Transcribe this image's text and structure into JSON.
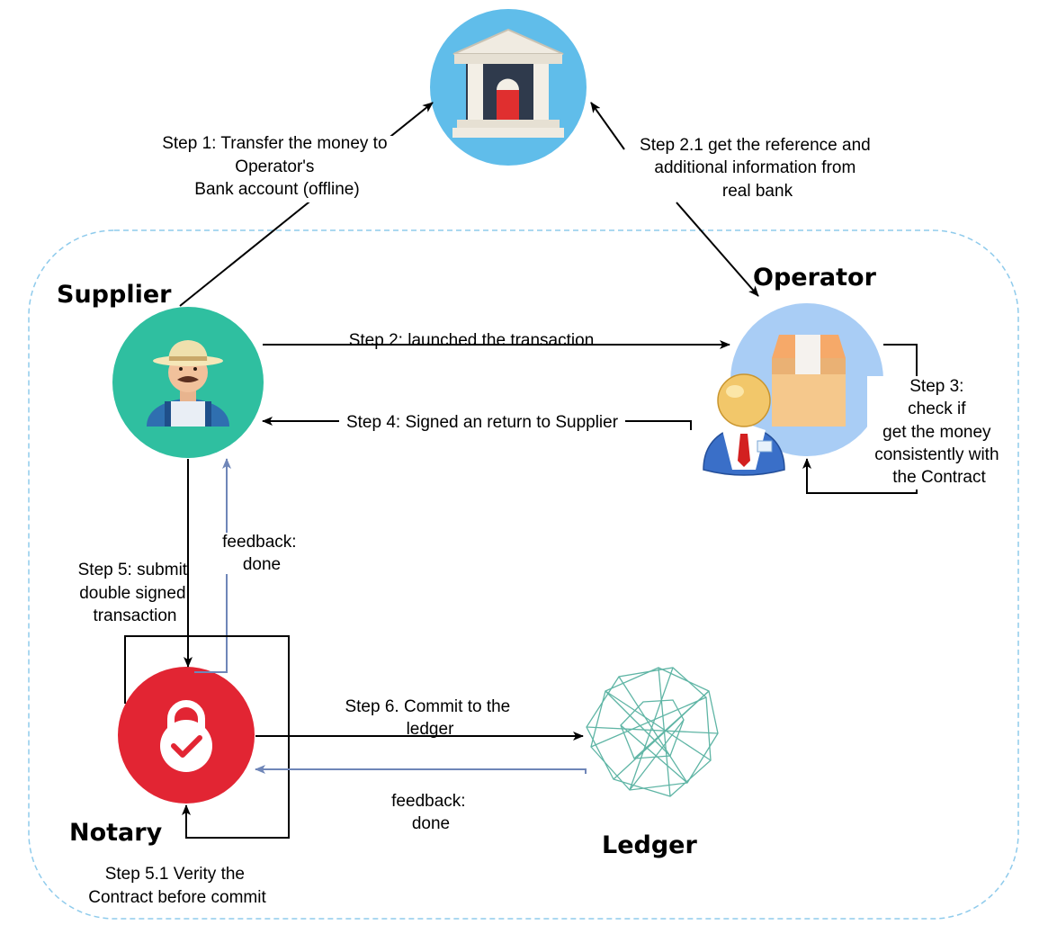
{
  "nodes": {
    "bank": {
      "icon": "bank-icon",
      "color": "#60bdea"
    },
    "supplier": {
      "title": "Supplier",
      "icon": "farmer-icon",
      "color": "#2fbfa0"
    },
    "operator": {
      "title": "Operator",
      "icon": "operator-icon",
      "color": "#a9cdf5"
    },
    "notary": {
      "title": "Notary",
      "icon": "padlock-icon",
      "color": "#e22533"
    },
    "ledger": {
      "title": "Ledger",
      "icon": "network-icon",
      "color": "#5fb5a5"
    }
  },
  "edges": {
    "step1": [
      "Step 1: Transfer the money to",
      "Operator's",
      "Bank account (offline)"
    ],
    "step2_1": [
      "Step 2.1 get the reference and",
      "additional information from",
      "real bank"
    ],
    "step2": "Step 2: launched the transaction",
    "step3": [
      "Step 3:",
      "check if",
      "get the money",
      "consistently with",
      "the Contract"
    ],
    "step4": "Step 4: Signed an return to Supplier",
    "feedback_supplier": [
      "feedback:",
      "done"
    ],
    "step5": [
      "Step 5: submit",
      "double signed",
      "transaction"
    ],
    "step6": [
      "Step 6. Commit to the",
      "ledger"
    ],
    "feedback_ledger": [
      "feedback:",
      "done"
    ],
    "step5_1": [
      "Step 5.1 Verity the",
      "Contract before commit"
    ]
  },
  "colors": {
    "boundary": "#8fcbec",
    "feedback_arrow": "#6f86b8",
    "flow_arrow": "#000000"
  }
}
